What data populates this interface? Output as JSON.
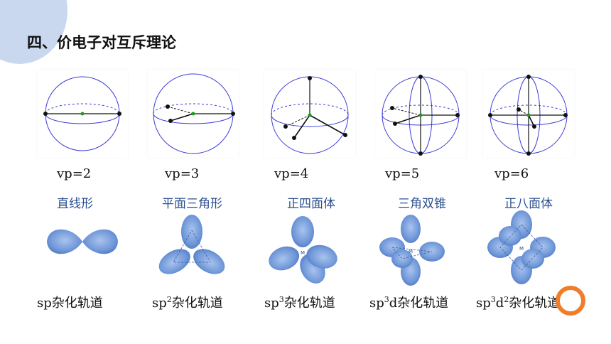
{
  "title": "四、价电子对互斥理论",
  "items": [
    {
      "vp": "vp=2",
      "shape": "直线形",
      "hyb_base": "sp",
      "hyb_sup": "",
      "hyb_mid": "",
      "hyb_sup2": "",
      "hyb_suffix": "杂化轨道"
    },
    {
      "vp": "vp=3",
      "shape": "平面三角形",
      "hyb_base": "sp",
      "hyb_sup": "2",
      "hyb_mid": "",
      "hyb_sup2": "",
      "hyb_suffix": "杂化轨道"
    },
    {
      "vp": "vp=4",
      "shape": "正四面体",
      "hyb_base": "sp",
      "hyb_sup": "3",
      "hyb_mid": "",
      "hyb_sup2": "",
      "hyb_suffix": "杂化轨道"
    },
    {
      "vp": "vp=5",
      "shape": "三角双锥",
      "hyb_base": "sp",
      "hyb_sup": "3",
      "hyb_mid": "d",
      "hyb_sup2": "",
      "hyb_suffix": "杂化轨道"
    },
    {
      "vp": "vp=6",
      "shape": "正八面体",
      "hyb_base": "sp",
      "hyb_sup": "3",
      "hyb_mid": "d",
      "hyb_sup2": "2",
      "hyb_suffix": "杂化轨道"
    }
  ],
  "colors": {
    "sphere": "#3b3bd6",
    "orbital": "#6f97d8",
    "accent": "#ef7d2a",
    "shape_text": "#2b4f8e"
  }
}
